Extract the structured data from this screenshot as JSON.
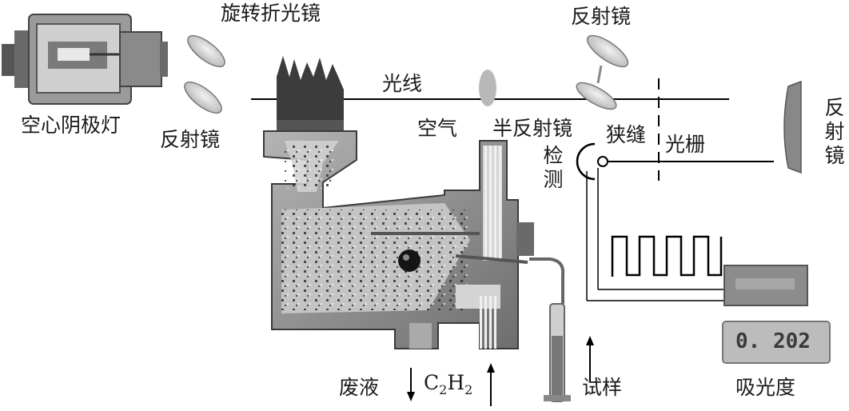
{
  "labels": {
    "lamp": "空心阴极灯",
    "rotating_mirror": "旋转折光镜",
    "mirror_left": "反射镜",
    "light": "光线",
    "air": "空气",
    "half_mirror": "半反射镜",
    "mirror_top": "反射镜",
    "slit": "狭缝",
    "grating": "光栅",
    "mirror_right": "反射镜",
    "detector": "检测",
    "waste": "废液",
    "acetylene_c": "C",
    "acetylene_2a": "2",
    "acetylene_h": "H",
    "acetylene_2b": "2",
    "sample": "试样",
    "absorbance": "吸光度"
  },
  "readout": "0. 202",
  "colors": {
    "flame_dark": "#3c3c3c",
    "body_gray": "#8a8a8a",
    "panel_gray": "#909090",
    "display_bg": "#bcbcbc",
    "mirror_fill": "#d2d2d2",
    "line": "#000000"
  }
}
